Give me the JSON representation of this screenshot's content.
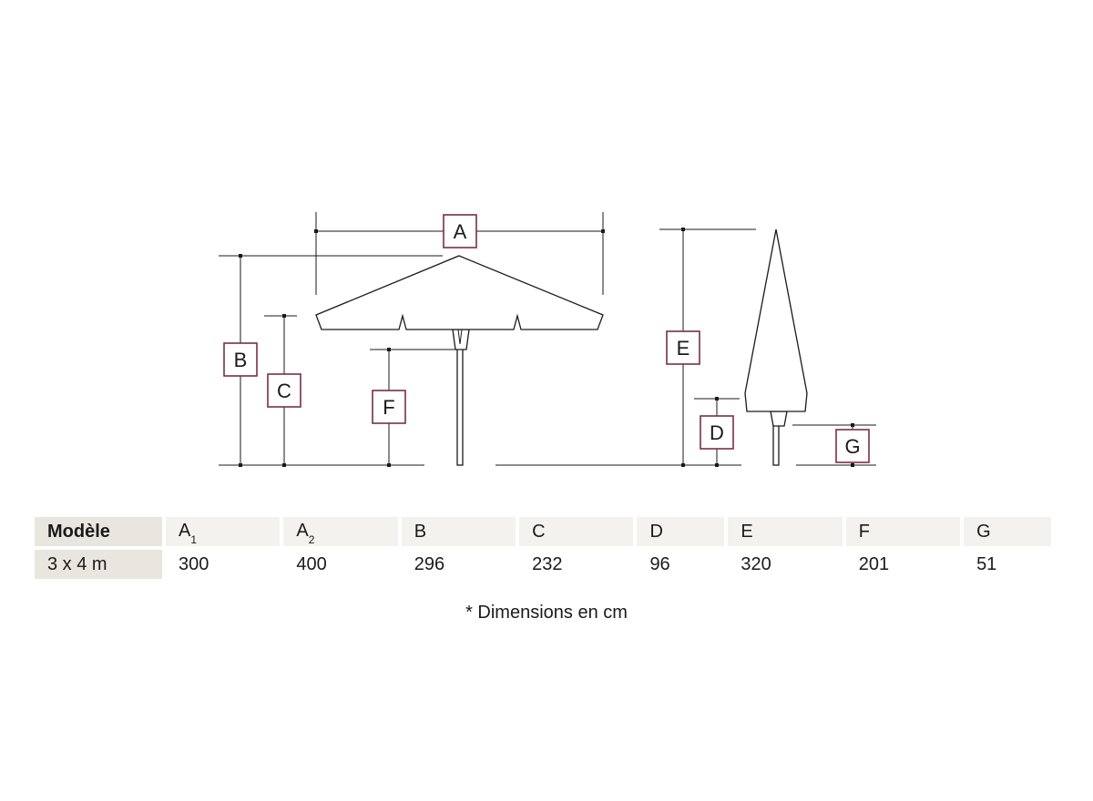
{
  "diagram": {
    "labels": {
      "A": "A",
      "B": "B",
      "C": "C",
      "D": "D",
      "E": "E",
      "F": "F",
      "G": "G"
    }
  },
  "table": {
    "header": {
      "model": "Modèle",
      "columns": [
        {
          "base": "A",
          "sub": "1"
        },
        {
          "base": "A",
          "sub": "2"
        },
        {
          "base": "B",
          "sub": ""
        },
        {
          "base": "C",
          "sub": ""
        },
        {
          "base": "D",
          "sub": ""
        },
        {
          "base": "E",
          "sub": ""
        },
        {
          "base": "F",
          "sub": ""
        },
        {
          "base": "G",
          "sub": ""
        }
      ]
    },
    "rows": [
      {
        "model": "3 x 4 m",
        "values": [
          "300",
          "400",
          "296",
          "232",
          "96",
          "320",
          "201",
          "51"
        ]
      }
    ]
  },
  "footnote": "* Dimensions en cm"
}
